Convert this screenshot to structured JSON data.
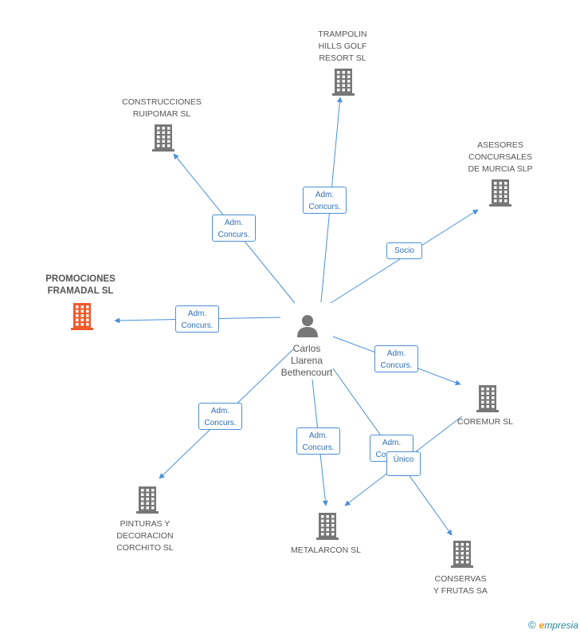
{
  "colors": {
    "edge": "#4a90d9",
    "building": "#777777",
    "focus": "#f15a2b",
    "person": "#777777"
  },
  "center": {
    "name": "Carlos\nLlarena\nBethencourt",
    "icon": "person-icon"
  },
  "nodes": [
    {
      "id": "trampolin",
      "label": "TRAMPOLIN\nHILLS GOLF\nRESORT SL",
      "icon": "building-icon"
    },
    {
      "id": "construcciones",
      "label": "CONSTRUCCIONES\nRUIPOMAR SL",
      "icon": "building-icon"
    },
    {
      "id": "asesores",
      "label": "ASESORES\nCONCURSALES\nDE MURCIA SLP",
      "icon": "building-icon"
    },
    {
      "id": "promociones",
      "label": "PROMOCIONES\nFRAMADAL SL",
      "icon": "building-icon",
      "focus": true
    },
    {
      "id": "coremur",
      "label": "COREMUR SL",
      "icon": "building-icon"
    },
    {
      "id": "pinturas",
      "label": "PINTURAS Y\nDECORACION\nCORCHITO SL",
      "icon": "building-icon"
    },
    {
      "id": "metalarcon",
      "label": "METALARCON SL",
      "icon": "building-icon"
    },
    {
      "id": "conservas",
      "label": "CONSERVAS\nY FRUTAS SA",
      "icon": "building-icon"
    }
  ],
  "edges": [
    {
      "from": "center",
      "to": "trampolin",
      "label": "Adm.\nConcurs."
    },
    {
      "from": "center",
      "to": "construcciones",
      "label": "Adm.\nConcurs."
    },
    {
      "from": "center",
      "to": "asesores",
      "label": "Socio"
    },
    {
      "from": "center",
      "to": "promociones",
      "label": "Adm.\nConcurs."
    },
    {
      "from": "center",
      "to": "coremur",
      "label": "Adm.\nConcurs."
    },
    {
      "from": "center",
      "to": "pinturas",
      "label": "Adm.\nConcurs."
    },
    {
      "from": "center",
      "to": "metalarcon",
      "label": "Adm.\nConcurs."
    },
    {
      "from": "center",
      "to": "conservas",
      "label": "Adm.\nConcurs."
    },
    {
      "from": "coremur",
      "to": "metalarcon",
      "label": "Único"
    }
  ],
  "footer": {
    "copyright": "©",
    "brand_first": "e",
    "brand_rest": "mpresia"
  }
}
